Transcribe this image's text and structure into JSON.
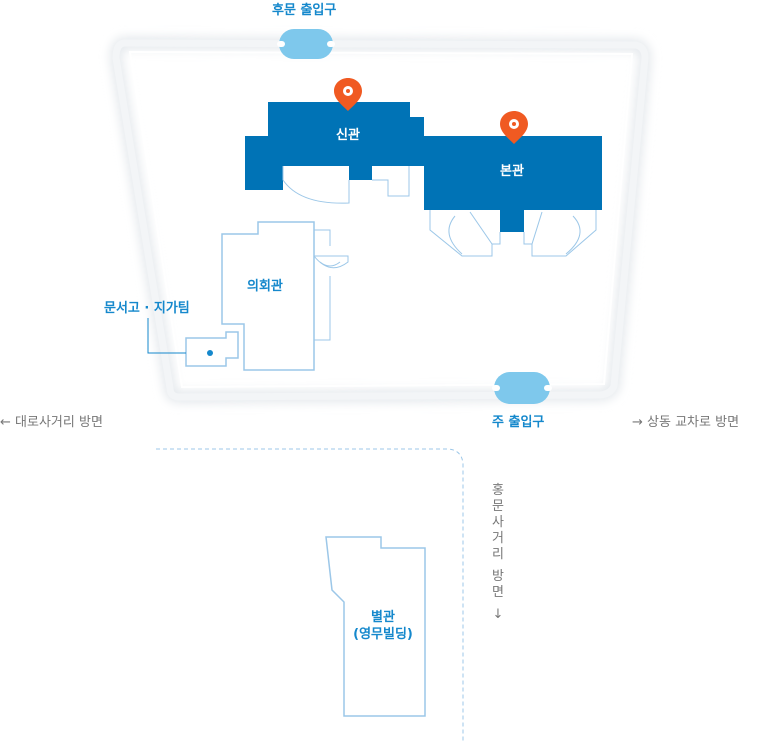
{
  "map": {
    "entrances": {
      "rear": "후문 출입구",
      "main": "주 출입구"
    },
    "buildings": {
      "new_hall": "신관",
      "main_hall": "본관",
      "council_hall": "의회관",
      "annex_line1": "별관",
      "annex_line2": "(영무빌딩)"
    },
    "facility": "문서고 · 지가팀",
    "directions": {
      "west": "대로사거리 방면",
      "east": "상동 교차로 방면",
      "south_chars": [
        "홍",
        "문",
        "사",
        "거",
        "리",
        "방",
        "면"
      ]
    },
    "arrows": {
      "left": "←",
      "right": "→",
      "down": "↓"
    },
    "colors": {
      "building": "#0073b6",
      "outline": "#9cc7e8",
      "gate": "#7ec8ec",
      "marker": "#f05a22",
      "label_blue": "#1588cc",
      "label_gray": "#777777"
    }
  }
}
